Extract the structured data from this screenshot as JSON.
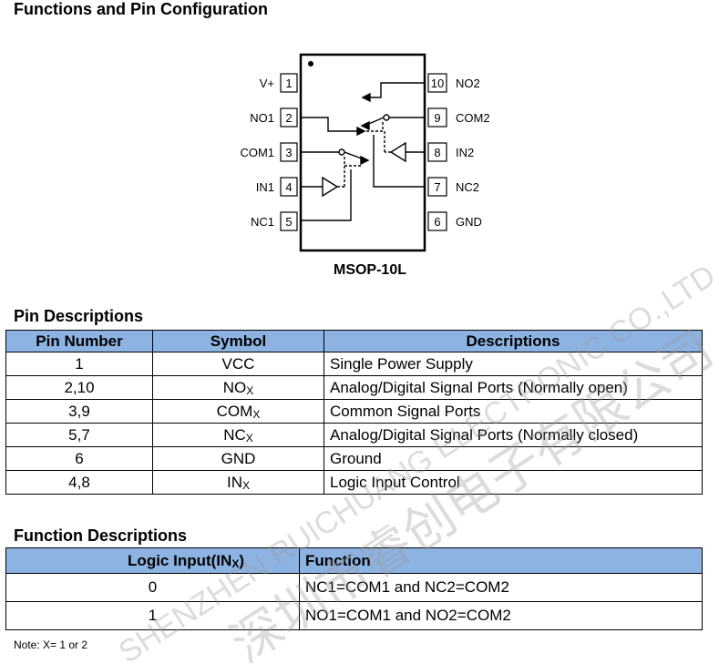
{
  "titles": {
    "functions": "Functions and Pin Configuration",
    "pin_desc": "Pin Descriptions",
    "func_desc": "Function Descriptions"
  },
  "package_label": "MSOP-10L",
  "pins_left": [
    {
      "num": "1",
      "name": "V+"
    },
    {
      "num": "2",
      "name": "NO1"
    },
    {
      "num": "3",
      "name": "COM1"
    },
    {
      "num": "4",
      "name": "IN1"
    },
    {
      "num": "5",
      "name": "NC1"
    }
  ],
  "pins_right": [
    {
      "num": "10",
      "name": "NO2"
    },
    {
      "num": "9",
      "name": "COM2"
    },
    {
      "num": "8",
      "name": "IN2"
    },
    {
      "num": "7",
      "name": "NC2"
    },
    {
      "num": "6",
      "name": "GND"
    }
  ],
  "pin_table": {
    "headers": [
      "Pin Number",
      "Symbol",
      "Descriptions"
    ],
    "rows": [
      {
        "pin": "1",
        "sym": "VCC",
        "sub": "",
        "desc": "Single Power Supply"
      },
      {
        "pin": "2,10",
        "sym": "NO",
        "sub": "X",
        "desc": "Analog/Digital Signal Ports (Normally open)"
      },
      {
        "pin": "3,9",
        "sym": "COM",
        "sub": "X",
        "desc": "Common Signal Ports"
      },
      {
        "pin": "5,7",
        "sym": "NC",
        "sub": "X",
        "desc": "Analog/Digital Signal Ports (Normally closed)"
      },
      {
        "pin": "6",
        "sym": "GND",
        "sub": "",
        "desc": "Ground"
      },
      {
        "pin": "4,8",
        "sym": "IN",
        "sub": "X",
        "desc": "Logic Input Control"
      }
    ]
  },
  "func_table": {
    "header_input": "Logic Input(IN",
    "header_input_sub": "X",
    "header_input_end": ")",
    "header_function": "Function",
    "rows": [
      {
        "input": "0",
        "function": "NC1=COM1 and NC2=COM2"
      },
      {
        "input": "1",
        "function": "NO1=COM1 and NO2=COM2"
      }
    ]
  },
  "note": "Note: X= 1 or 2",
  "watermark": {
    "line1": "SHENZHEN RUICHUANG ELECTRONIC CO.,LTD",
    "line2": "深圳市睿创电子有限公司"
  }
}
